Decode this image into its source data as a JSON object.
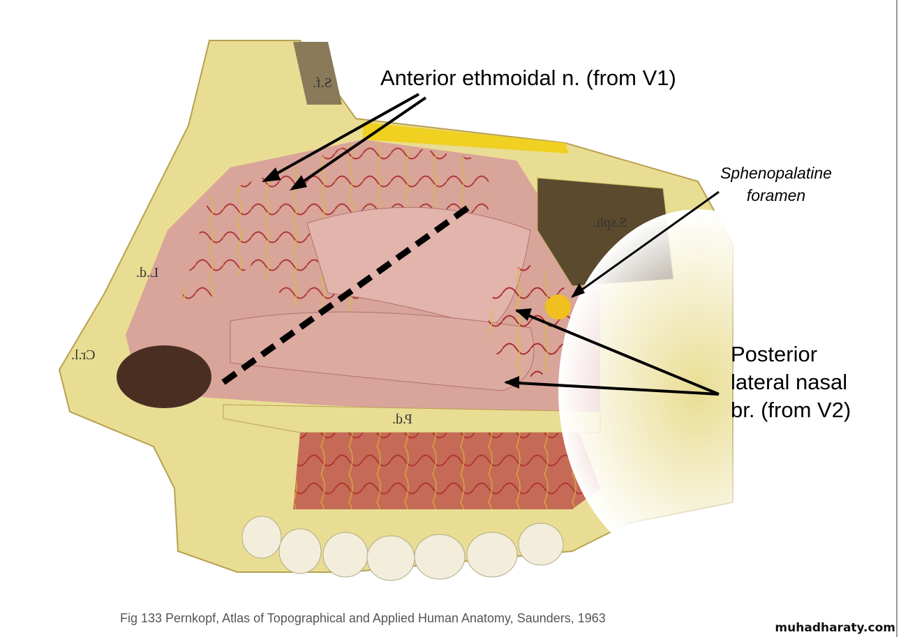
{
  "labels": {
    "anterior_ethmoidal": "Anterior ethmoidal n. (from V1)",
    "sphenopalatine": [
      "Sphenopalatine",
      "foramen"
    ],
    "posterior_lateral": [
      "Posterior",
      "lateral nasal",
      "br. (from V2)"
    ]
  },
  "figure_letters": [
    "S.f.",
    "S.sph.",
    "L.d.",
    "Cr.l.",
    "P.d."
  ],
  "caption": "Fig 133  Pernkopf,  Atlas of Topographical and Applied Human Anatomy, Saunders, 1963",
  "watermark": "muhadharaty.com",
  "colors": {
    "bone": "#e8dc8a",
    "mucosa": "#d9a49a",
    "nerve": "#e0c020",
    "artery": "#b02020"
  }
}
